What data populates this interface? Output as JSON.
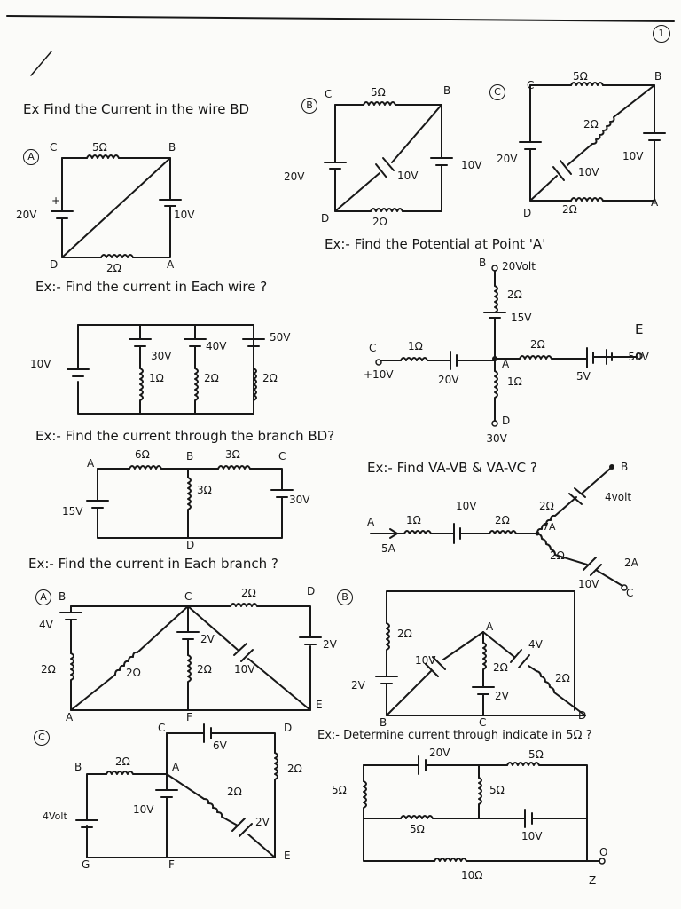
{
  "page_number": "1",
  "ex1": {
    "title": "Ex Find the Current in the wire BD",
    "a_tag": "A",
    "b_tag": "B",
    "c_tag": "C",
    "A": {
      "C": "C",
      "B": "B",
      "D": "D",
      "A": "A",
      "r_top": "5Ω",
      "r_bot": "2Ω",
      "v_left": "20V",
      "v_right": "10V",
      "plus": "+"
    },
    "B": {
      "C": "C",
      "B": "B",
      "D": "D",
      "r_top": "5Ω",
      "r_bot": "2Ω",
      "v_left": "20V",
      "v_diag": "10V",
      "v_right": "10V"
    },
    "C": {
      "C": "C",
      "B": "B",
      "D": "D",
      "A": "A",
      "r_top": "5Ω",
      "r_diag": "2Ω",
      "r_bot": "2Ω",
      "v_left": "20V",
      "v_diag": "10V",
      "v_right": "10V"
    }
  },
  "ex2": {
    "title": "Ex:- Find the current in Each wire ?",
    "v_left": "10V",
    "v1": "30V",
    "v2": "40V",
    "v3": "50V",
    "r1": "1Ω",
    "r2": "2Ω",
    "r3": "2Ω"
  },
  "ex3": {
    "title": "Ex:- Find the Potential at Point 'A'",
    "B": "B",
    "B_pot": "20Volt",
    "r_top": "2Ω",
    "v_top": "15V",
    "C": "C",
    "C_pot": "+10V",
    "r_left": "1Ω",
    "v_left": "20V",
    "A": "A",
    "r_right": "2Ω",
    "v_right": "5V",
    "E": "E",
    "E_pot": "-50V",
    "r_bot": "1Ω",
    "D": "D",
    "D_pot": "-30V"
  },
  "ex4": {
    "title": "Ex:- Find the current through the branch BD?",
    "A": "A",
    "B": "B",
    "C": "C",
    "D": "D",
    "r_ab": "6Ω",
    "r_bc": "3Ω",
    "r_bd": "3Ω",
    "v_left": "15V",
    "v_right": "30V"
  },
  "ex5": {
    "title": "Ex:- Find VA-VB & VA-VC ?",
    "A": "A",
    "I_in": "5A",
    "r1": "1Ω",
    "v1": "10V",
    "r2": "2Ω",
    "I_mid": "7A",
    "r_up": "2Ω",
    "v_up": "4volt",
    "B": "B",
    "r_dn": "2Ω",
    "v_dn": "10V",
    "I_dn": "2A",
    "C": "C"
  },
  "ex6": {
    "title": "Ex:- Find the current in Each branch ?",
    "A_tag": "A",
    "B_tag": "B",
    "C_tag": "C",
    "A": {
      "B": "B",
      "C": "C",
      "D": "D",
      "A": "A",
      "F": "F",
      "E": "E",
      "r_cd": "2Ω",
      "v_left": "4V",
      "r_left": "2Ω",
      "r_diag": "2Ω",
      "v_mid": "2V",
      "r_mid": "2Ω",
      "v_diag": "10V",
      "v_right": "2V"
    },
    "B": {
      "r_left": "2Ω",
      "v_left": "2V",
      "A": "A",
      "v_diag": "10V",
      "r_mid": "2Ω",
      "v_rdiag": "4V",
      "r_right": "2Ω",
      "v_bot": "2V",
      "B": "B",
      "C": "C",
      "D": "D"
    },
    "C": {
      "C": "C",
      "D": "D",
      "v_top": "6V",
      "B": "B",
      "A": "A",
      "r_ba": "2Ω",
      "r_right": "2Ω",
      "v_left": "4Volt",
      "v_mid": "10V",
      "r_diag": "2Ω",
      "v_diag": "2V",
      "G": "G",
      "F": "F",
      "E": "E"
    }
  },
  "ex7": {
    "title": "Ex:- Determine current through indicate in 5Ω ?",
    "v_top": "20V",
    "r_top": "5Ω",
    "r_left": "5Ω",
    "r_mid": "5Ω",
    "r_inner": "5Ω",
    "v_inner": "10V",
    "r_bot": "10Ω",
    "O": "O",
    "Z": "Z"
  }
}
